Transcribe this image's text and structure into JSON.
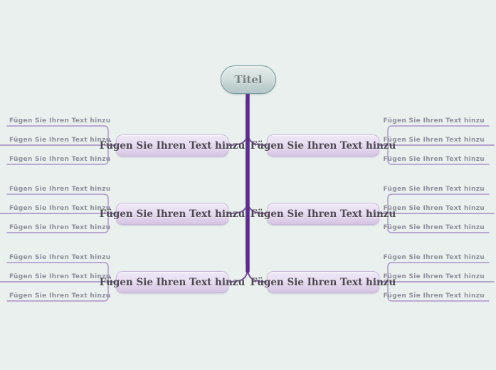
{
  "canvas": {
    "background": "#e9f0ee"
  },
  "root": {
    "label": "Titel"
  },
  "colors": {
    "trunk": "#5b2c8e",
    "branch_line": "#6a4297",
    "child_line": "#ab93cc",
    "child_mid_line": "#a287c3",
    "stub_line": "#7a55a5",
    "node_border": "#cab7dd",
    "node_text": "#4c4751",
    "child_text": "#8f8f9a",
    "root_border": "#6e989a",
    "root_text": "#747e81"
  },
  "left_branches": [
    {
      "label": "Fügen Sie Ihren Text hinzu",
      "children": [
        "Fügen Sie Ihren Text hinzu",
        "Fügen Sie Ihren Text hinzu",
        "Fügen Sie Ihren Text hinzu"
      ]
    },
    {
      "label": "Fügen Sie Ihren Text hinzu",
      "children": [
        "Fügen Sie Ihren Text hinzu",
        "Fügen Sie Ihren Text hinzu",
        "Fügen Sie Ihren Text hinzu"
      ]
    },
    {
      "label": "Fügen Sie Ihren Text hinzu",
      "children": [
        "Fügen Sie Ihren Text hinzu",
        "Fügen Sie Ihren Text hinzu",
        "Fügen Sie Ihren Text hinzu"
      ]
    }
  ],
  "right_branches": [
    {
      "label": "Fügen Sie Ihren Text hinzu",
      "children": [
        "Fügen Sie Ihren Text hinzu",
        "Fügen Sie Ihren Text hinzu",
        "Fügen Sie Ihren Text hinzu"
      ]
    },
    {
      "label": "Fügen Sie Ihren Text hinzu",
      "children": [
        "Fügen Sie Ihren Text hinzu",
        "Fügen Sie Ihren Text hinzu",
        "Fügen Sie Ihren Text hinzu"
      ]
    },
    {
      "label": "Fügen Sie Ihren Text hinzu",
      "children": [
        "Fügen Sie Ihren Text hinzu",
        "Fügen Sie Ihren Text hinzu",
        "Fügen Sie Ihren Text hinzu"
      ]
    }
  ]
}
